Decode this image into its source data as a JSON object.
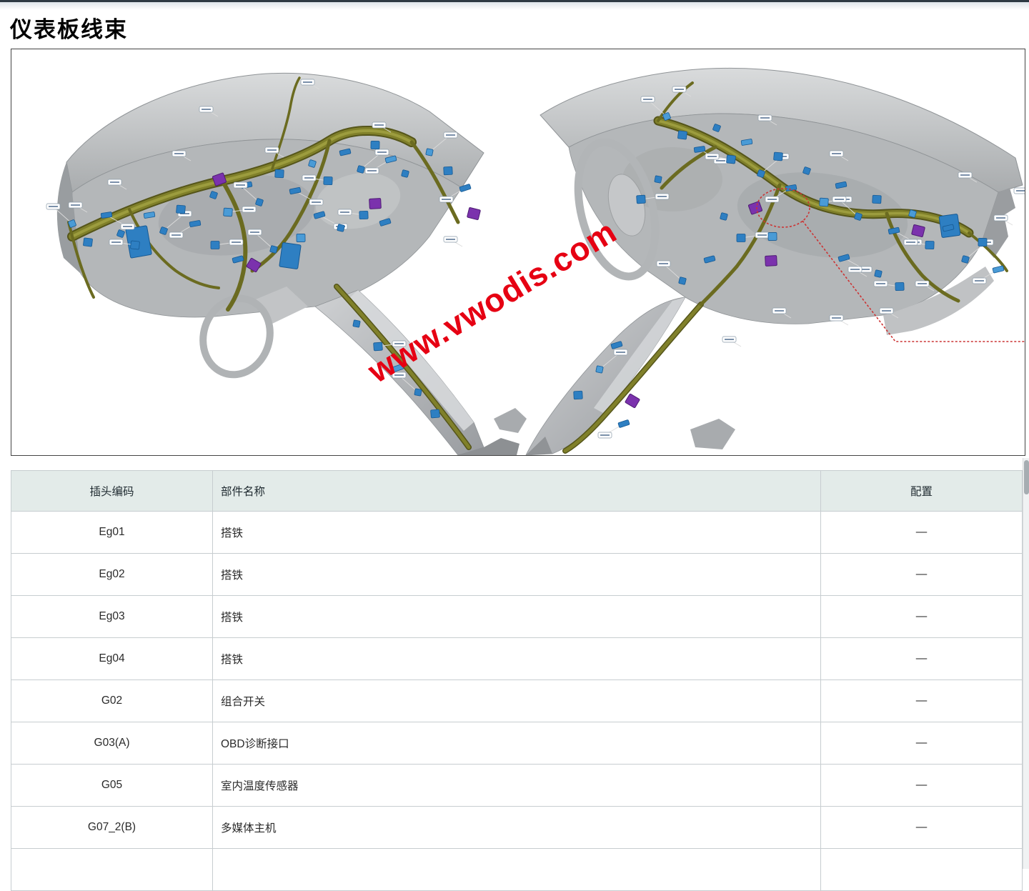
{
  "page": {
    "title": "仪表板线束"
  },
  "diagram": {
    "watermark": "www.vwodis.com"
  },
  "table": {
    "headers": {
      "code": "插头编码",
      "name": "部件名称",
      "config": "配置"
    },
    "rows": [
      {
        "code": "Eg01",
        "name": "搭铁",
        "config": "—"
      },
      {
        "code": "Eg02",
        "name": "搭铁",
        "config": "—"
      },
      {
        "code": "Eg03",
        "name": "搭铁",
        "config": "—"
      },
      {
        "code": "Eg04",
        "name": "搭铁",
        "config": "—"
      },
      {
        "code": "G02",
        "name": "组合开关",
        "config": "—"
      },
      {
        "code": "G03(A)",
        "name": "OBD诊断接口",
        "config": "—"
      },
      {
        "code": "G05",
        "name": "室内温度传感器",
        "config": "—"
      },
      {
        "code": "G07_2(B)",
        "name": "多媒体主机",
        "config": "—"
      }
    ]
  }
}
